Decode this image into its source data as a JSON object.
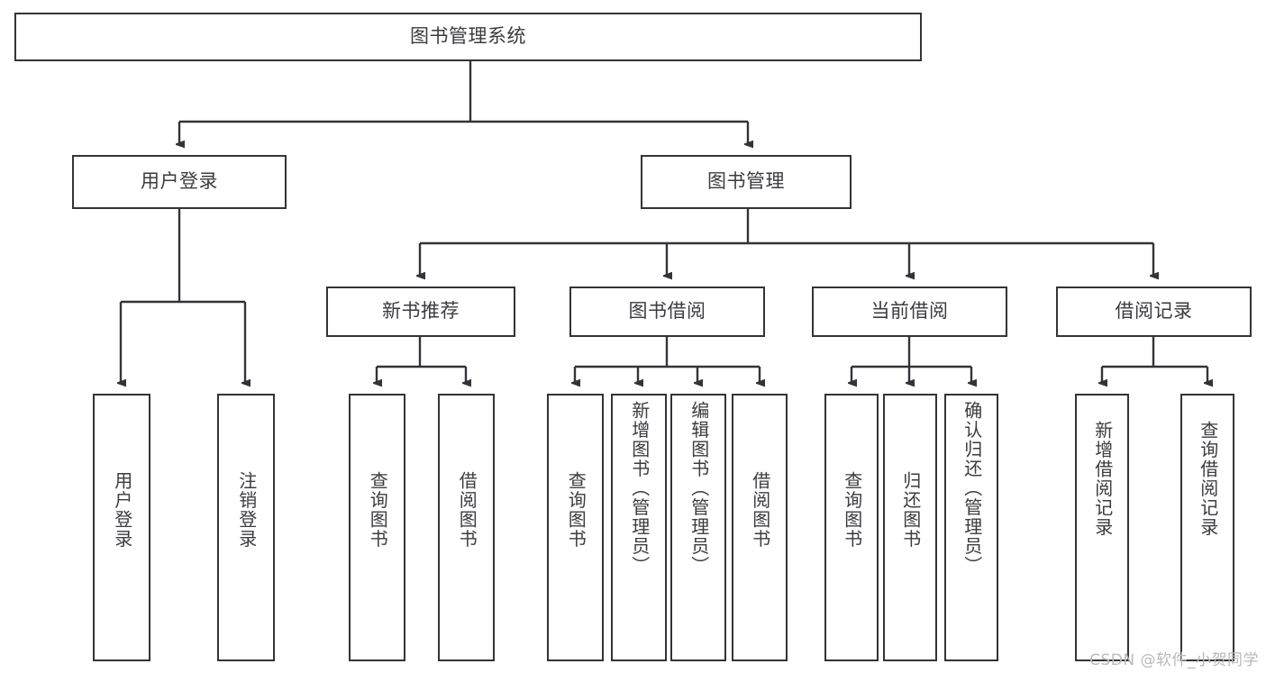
{
  "diagram": {
    "title_text": "图书管理系统",
    "type": "tree",
    "line_color": "#33333a",
    "text_color": "#3b3b41",
    "box_fill": "#ffffff",
    "background": "#ffffff",
    "nodes": {
      "root": {
        "label": "图书管理系统",
        "level": 0,
        "orientation": "horizontal"
      },
      "l1_0": {
        "label": "用户登录",
        "level": 1,
        "orientation": "horizontal"
      },
      "l1_1": {
        "label": "图书管理",
        "level": 1,
        "orientation": "horizontal"
      },
      "l2_0": {
        "label": "新书推荐",
        "level": 2,
        "orientation": "horizontal"
      },
      "l2_1": {
        "label": "图书借阅",
        "level": 2,
        "orientation": "horizontal"
      },
      "l2_2": {
        "label": "当前借阅",
        "level": 2,
        "orientation": "horizontal"
      },
      "l2_3": {
        "label": "借阅记录",
        "level": 2,
        "orientation": "horizontal"
      },
      "leaf_0": {
        "label": "用户登录",
        "level": 3,
        "orientation": "vertical",
        "parent": "用户登录"
      },
      "leaf_1": {
        "label": "注销登录",
        "level": 3,
        "orientation": "vertical",
        "parent": "用户登录"
      },
      "leaf_2": {
        "label": "查询图书",
        "level": 3,
        "orientation": "vertical",
        "parent": "新书推荐"
      },
      "leaf_3": {
        "label": "借阅图书",
        "level": 3,
        "orientation": "vertical",
        "parent": "新书推荐"
      },
      "leaf_4": {
        "label": "查询图书",
        "level": 3,
        "orientation": "vertical",
        "parent": "图书借阅"
      },
      "leaf_5": {
        "label": "新增图书（管理员）",
        "level": 3,
        "orientation": "vertical",
        "parent": "图书借阅"
      },
      "leaf_6": {
        "label": "编辑图书（管理员）",
        "level": 3,
        "orientation": "vertical",
        "parent": "图书借阅"
      },
      "leaf_7": {
        "label": "借阅图书",
        "level": 3,
        "orientation": "vertical",
        "parent": "图书借阅"
      },
      "leaf_8": {
        "label": "查询图书",
        "level": 3,
        "orientation": "vertical",
        "parent": "当前借阅"
      },
      "leaf_9": {
        "label": "归还图书",
        "level": 3,
        "orientation": "vertical",
        "parent": "当前借阅"
      },
      "leaf_10": {
        "label": "确认归还（管理员）",
        "level": 3,
        "orientation": "vertical",
        "parent": "当前借阅"
      },
      "leaf_11": {
        "label": "新增借阅记录",
        "level": 3,
        "orientation": "vertical",
        "parent": "借阅记录"
      },
      "leaf_12": {
        "label": "查询借阅记录",
        "level": 3,
        "orientation": "vertical",
        "parent": "借阅记录"
      }
    }
  },
  "watermark": {
    "text": "CSDN @软件_小贺同学"
  }
}
